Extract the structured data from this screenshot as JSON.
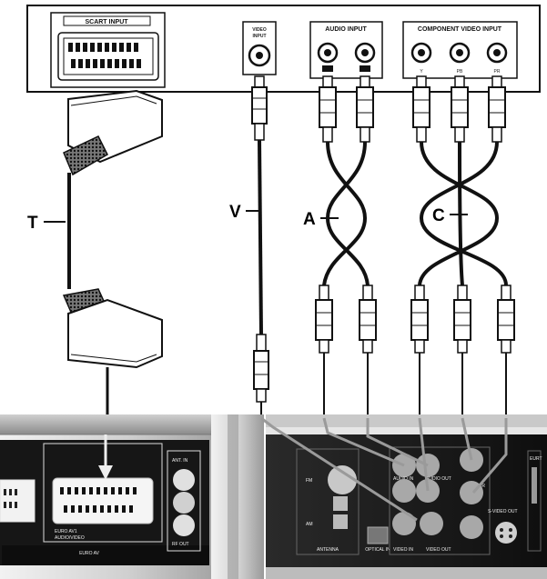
{
  "tv_panel": {
    "scart_input": "SCART INPUT",
    "video_input_line1": "VIDEO",
    "video_input_line2": "INPUT",
    "audio_input": "AUDIO INPUT",
    "component_video_input": "COMPONENT VIDEO INPUT",
    "component_jacks": [
      "Y",
      "PB",
      "PR"
    ]
  },
  "cables": {
    "scart": "T",
    "video": "V",
    "audio": "A",
    "component": "C"
  },
  "recorder": {
    "euro_av": "EURO AV",
    "euro_av_sub1": "EURO AV1",
    "euro_av_sub2": "AUDIO/VIDEO",
    "ant_in": "ANT. IN",
    "rf_out": "RF OUT",
    "fm": "FM",
    "am": "AM",
    "antenna": "ANTENNA",
    "optical_in": "OPTICAL IN",
    "audio_in": "AUDIO IN",
    "audio_out": "AUDIO OUT",
    "video_in": "VIDEO IN",
    "video_out": "VIDEO OUT",
    "s_video_out": "S-VIDEO OUT",
    "pr": "PR",
    "eurt": "EURT"
  },
  "colors": {
    "ink": "#111111",
    "panel_bg": "#ffffff",
    "recorder_dark": "#151515",
    "recorder_light": "#d9d9d9",
    "jack_grey": "#a8a8a8"
  }
}
